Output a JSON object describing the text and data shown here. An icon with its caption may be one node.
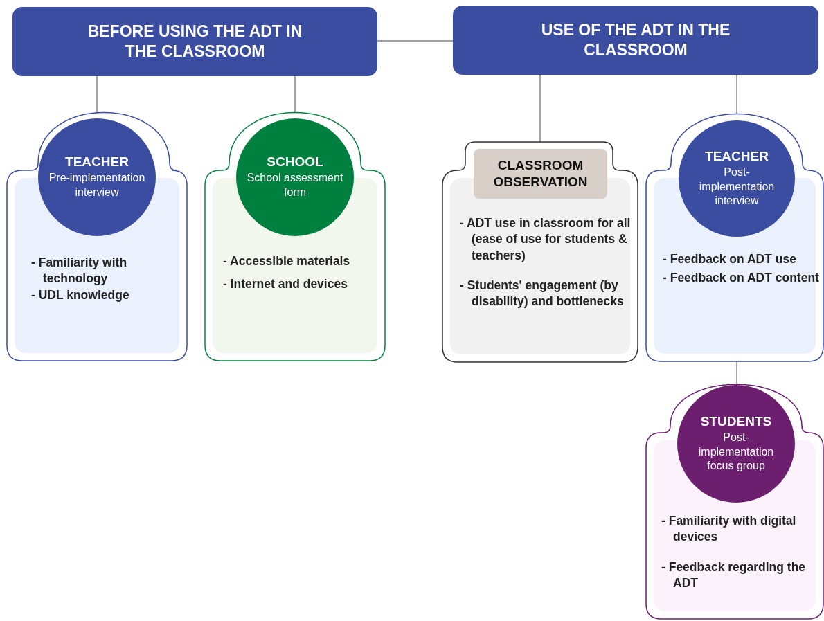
{
  "diagram": {
    "nodes": [
      {
        "text": [
          "BEFORE USING THE ADT IN THE CLASSROOM"
        ]
      },
      {
        "text": [
          "USE OF THE ADT IN THE CLASSROOM"
        ]
      },
      {
        "text": [
          "- Familiarity with technology",
          "- UDL knowledge"
        ]
      },
      {
        "text": [
          "TEACHER",
          "Pre-implementation interview"
        ],
        "in": 2
      },
      {
        "text": [
          "- Accessible materials",
          "- Internet and devices"
        ]
      },
      {
        "text": [
          "SCHOOL",
          "School assessment form"
        ],
        "in": 4
      },
      {
        "text": [
          "- ADT use in classroom for all (ease of use for students & teachers)",
          "- Students' engagement (by disability) and bottlenecks"
        ]
      },
      {
        "text": [
          "CLASSROOM OBSERVATION"
        ],
        "in": 6
      },
      {
        "text": [
          "- Feedback on ADT use",
          "- Feedback on ADT content"
        ]
      },
      {
        "text": [
          "TEACHER",
          "Post-implementation interview"
        ],
        "in": 8
      },
      {
        "text": [
          "- Familiarity with digital devices",
          "- Feedback regarding the ADT"
        ]
      },
      {
        "text": [
          "STUDENTS",
          "Post- implementation focus group"
        ],
        "in": 10
      }
    ],
    "edges": [
      {
        "from": 0,
        "to": 1,
        "arrow": "none"
      },
      {
        "from": 0,
        "to": 2,
        "arrow": "none"
      },
      {
        "from": 0,
        "to": 4,
        "arrow": "none"
      },
      {
        "from": 1,
        "to": 6,
        "arrow": "none"
      },
      {
        "from": 1,
        "to": 8,
        "arrow": "none"
      },
      {
        "from": 8,
        "to": 10,
        "arrow": "none"
      }
    ]
  }
}
